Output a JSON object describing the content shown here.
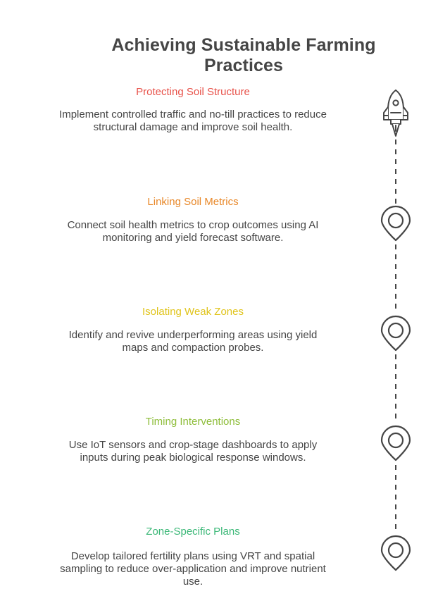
{
  "title": "Achieving Sustainable Farming Practices",
  "steps": [
    {
      "heading": "Protecting Soil Structure",
      "description": "Implement controlled traffic and no-till practices to reduce structural damage and improve soil health.",
      "color": "#e8524a",
      "icon": "rocket-icon"
    },
    {
      "heading": "Linking Soil Metrics",
      "description": "Connect soil health metrics to crop outcomes using AI monitoring and yield forecast software.",
      "color": "#e8882a",
      "icon": "map-pin-icon"
    },
    {
      "heading": "Isolating Weak Zones",
      "description": "Identify and revive underperforming areas using yield maps and compaction probes.",
      "color": "#e0c41c",
      "icon": "map-pin-icon"
    },
    {
      "heading": "Timing Interventions",
      "description": "Use IoT sensors and crop-stage dashboards to apply inputs during peak biological response windows.",
      "color": "#8ebd3a",
      "icon": "map-pin-icon"
    },
    {
      "heading": "Zone-Specific Plans",
      "description": "Develop tailored fertility plans using VRT and spatial sampling to reduce over-application and improve nutrient use.",
      "color": "#3cb878",
      "icon": "map-pin-icon"
    }
  ]
}
